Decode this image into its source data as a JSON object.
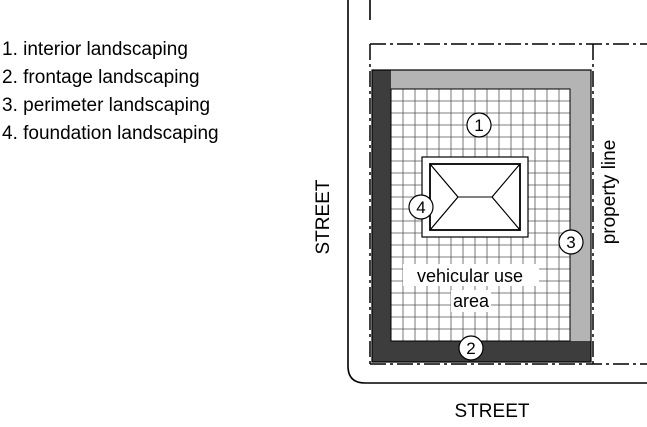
{
  "legend": {
    "items": [
      {
        "number": "1",
        "label": "interior landscaping"
      },
      {
        "number": "2",
        "label": "frontage landscaping"
      },
      {
        "number": "3",
        "label": "perimeter landscaping"
      },
      {
        "number": "4",
        "label": "foundation landscaping"
      }
    ]
  },
  "labels": {
    "street_left": "STREET",
    "street_bottom": "STREET",
    "property_line": "property line",
    "vehicular_area_line1": "vehicular use",
    "vehicular_area_line2": "area"
  },
  "markers": {
    "interior": "1",
    "frontage": "2",
    "perimeter": "3",
    "foundation": "4"
  },
  "colors": {
    "frontage_strip": "#3d3d3d",
    "perimeter_strip": "#b4b4b4",
    "grid_fill": "#ffffff",
    "grid_lines": "#555555",
    "outline": "#000000"
  }
}
